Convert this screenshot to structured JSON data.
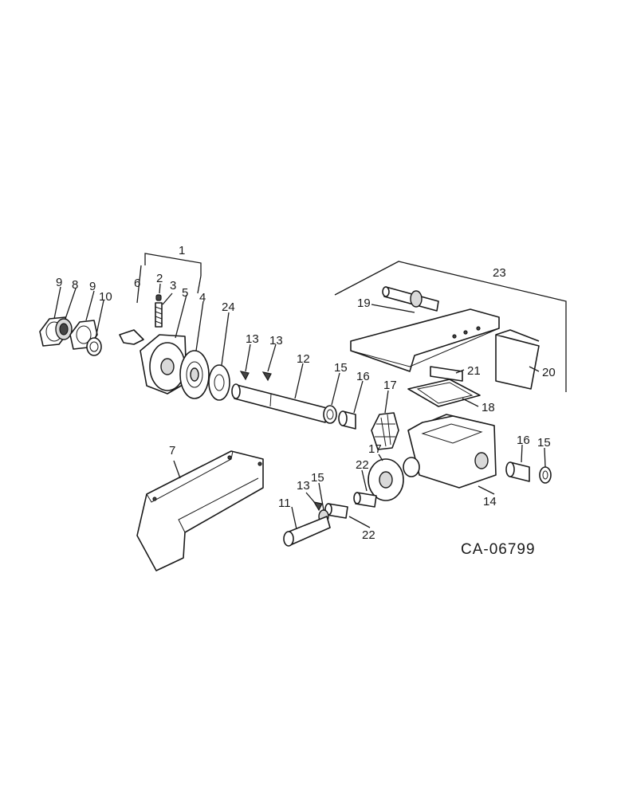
{
  "drawing_code": "CA-06799",
  "callouts": {
    "c1": "1",
    "c2": "2",
    "c3": "3",
    "c4": "4",
    "c5": "5",
    "c6": "6",
    "c7": "7",
    "c8": "8",
    "c9a": "9",
    "c9b": "9",
    "c10": "10",
    "c11": "11",
    "c12": "12",
    "c13a": "13",
    "c13b": "13",
    "c13c": "13",
    "c14": "14",
    "c15a": "15",
    "c15b": "15",
    "c15c": "15",
    "c16a": "16",
    "c16b": "16",
    "c17a": "17",
    "c17b": "17",
    "c18": "18",
    "c19": "19",
    "c20": "20",
    "c21": "21",
    "c22a": "22",
    "c22b": "22",
    "c23": "23",
    "c24": "24"
  }
}
